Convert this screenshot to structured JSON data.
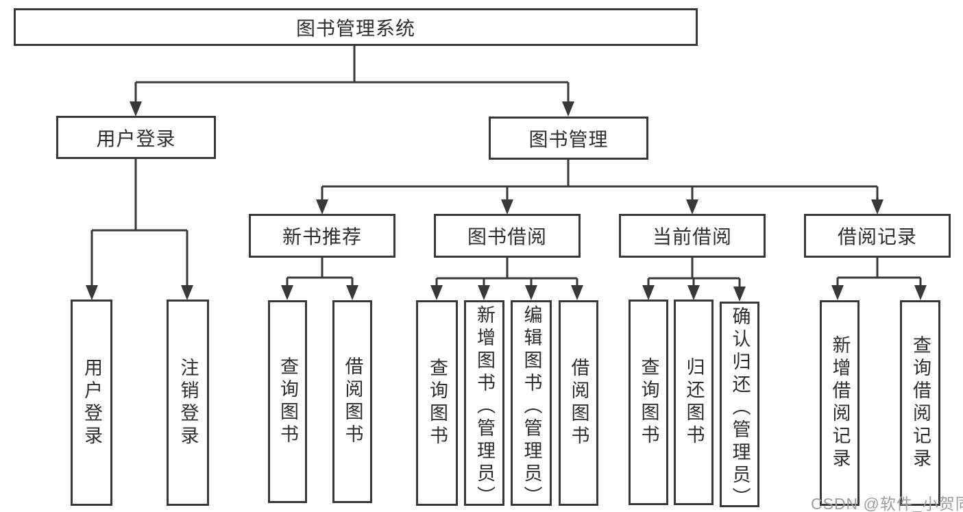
{
  "diagram": {
    "root": "图书管理系统",
    "level2": {
      "user_login": "用户登录",
      "book_management": "图书管理"
    },
    "level3": {
      "new_book_recommend": "新书推荐",
      "book_borrow": "图书借阅",
      "current_borrow": "当前借阅",
      "borrow_records": "借阅记录"
    },
    "leaves": {
      "user_login": [
        "用户登录",
        "注销登录"
      ],
      "new_book_recommend": [
        "查询图书",
        "借阅图书"
      ],
      "book_borrow": [
        "查询图书",
        "新增图书（管理员）",
        "编辑图书（管理员）",
        "借阅图书"
      ],
      "current_borrow": [
        "查询图书",
        "归还图书",
        "确认归还（管理员）"
      ],
      "borrow_records": [
        "新增借阅记录",
        "查询借阅记录"
      ]
    },
    "watermark": "CSDN @软件_小贺同学",
    "colors": {
      "line": "#383838",
      "text": "#2d2d2d",
      "watermark": "#9d9d9d",
      "background": "#ffffff"
    }
  }
}
